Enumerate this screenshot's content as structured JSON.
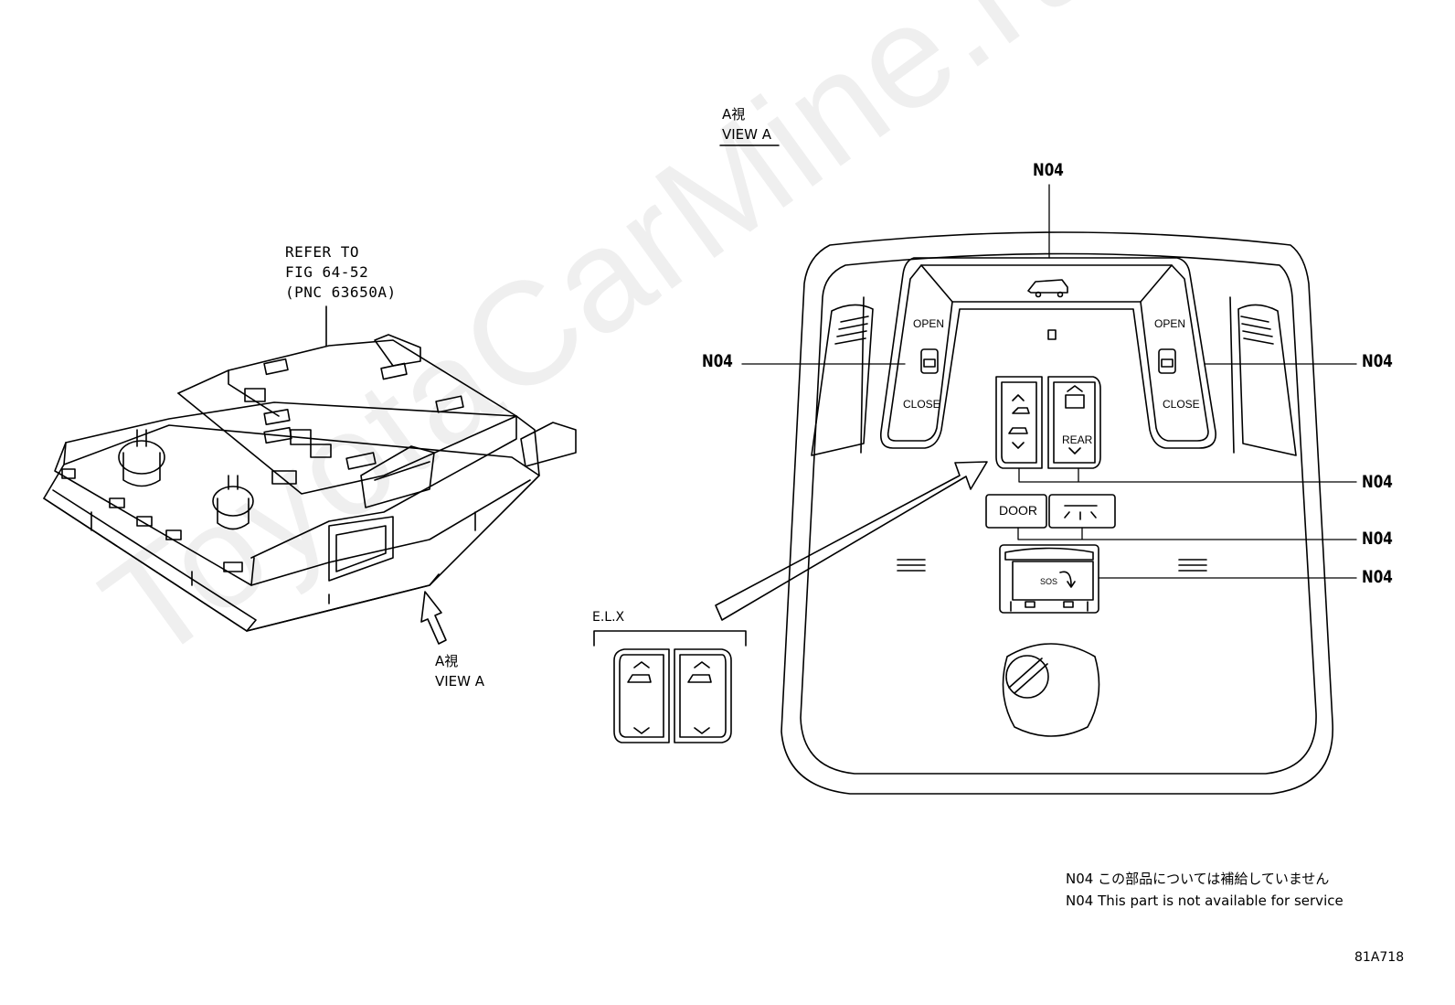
{
  "watermark": "ToyotaCarMine.ru",
  "reference": {
    "line1": "REFER TO",
    "line2": "FIG 64-52",
    "line3": "(PNC 63650A)"
  },
  "view_arrow_label": {
    "jp": "A視",
    "en": "VIEW A"
  },
  "view_title": {
    "jp": "A視",
    "en": "VIEW A"
  },
  "variant_label": "E.L.X",
  "callouts": {
    "top": "N04",
    "left": "N04",
    "right": "N04",
    "rear_switch": "N04",
    "door_switch": "N04",
    "sos_switch": "N04"
  },
  "buttons": {
    "open_left": "OPEN",
    "close_left": "CLOSE",
    "open_right": "OPEN",
    "close_right": "CLOSE",
    "rear": "REAR",
    "door": "DOOR",
    "sos": "SOS"
  },
  "note": {
    "jp": "N04 この部品については補給していません",
    "en": "N04 This part is not available for service"
  },
  "figure_id": "81A718"
}
